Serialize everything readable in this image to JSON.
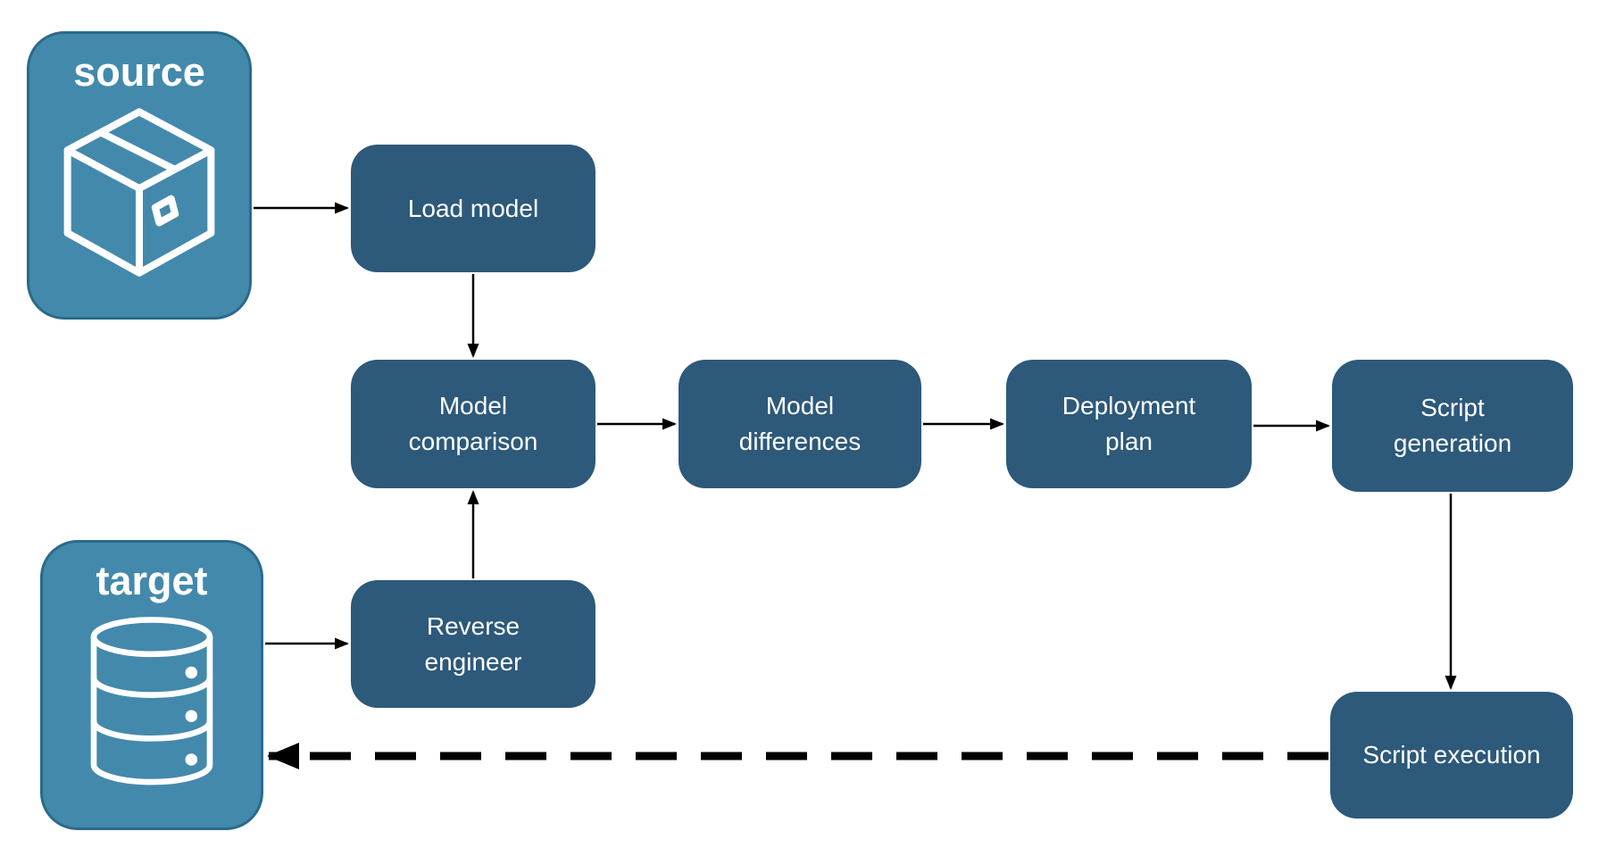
{
  "diagram": {
    "containers": {
      "source": {
        "label": "source",
        "icon": "package-icon"
      },
      "target": {
        "label": "target",
        "icon": "database-icon"
      }
    },
    "nodes": {
      "load_model": "Load model",
      "model_comparison": "Model comparison",
      "model_differences": "Model differences",
      "deployment_plan": "Deployment plan",
      "script_generation": "Script generation",
      "reverse_engineer": "Reverse engineer",
      "script_execution": "Script execution"
    },
    "edges": [
      {
        "from": "source",
        "to": "load_model",
        "style": "solid"
      },
      {
        "from": "load_model",
        "to": "model_comparison",
        "style": "solid"
      },
      {
        "from": "model_comparison",
        "to": "model_differences",
        "style": "solid"
      },
      {
        "from": "model_differences",
        "to": "deployment_plan",
        "style": "solid"
      },
      {
        "from": "deployment_plan",
        "to": "script_generation",
        "style": "solid"
      },
      {
        "from": "script_generation",
        "to": "script_execution",
        "style": "solid"
      },
      {
        "from": "reverse_engineer",
        "to": "model_comparison",
        "style": "solid"
      },
      {
        "from": "target",
        "to": "reverse_engineer",
        "style": "solid"
      },
      {
        "from": "script_execution",
        "to": "target",
        "style": "dashed"
      }
    ],
    "colors": {
      "node_fill": "#2D597A",
      "container_fill": "#4389AC",
      "container_border": "#2B6A8A",
      "arrow": "#000000",
      "label_text": "#FFFFFF",
      "background": "#FFFFFF"
    }
  }
}
